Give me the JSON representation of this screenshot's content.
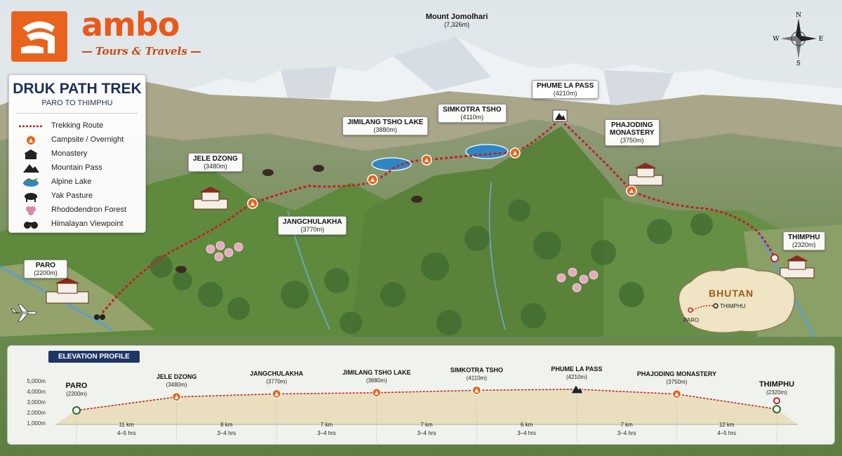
{
  "brand": {
    "name": "ambo",
    "tagline": "Tours & Travels",
    "color": "#e85a1c"
  },
  "legend": {
    "title": "DRUK PATH TREK",
    "subtitle": "PARO TO THIMPHU",
    "items": [
      {
        "label": "Trekking Route",
        "icon": "route-line-icon"
      },
      {
        "label": "Campsite / Overnight",
        "icon": "campsite-icon"
      },
      {
        "label": "Monastery",
        "icon": "monastery-icon"
      },
      {
        "label": "Mountain Pass",
        "icon": "mountain-pass-icon"
      },
      {
        "label": "Alpine Lake",
        "icon": "lake-icon"
      },
      {
        "label": "Yak Pasture",
        "icon": "yak-icon"
      },
      {
        "label": "Rhododendron Forest",
        "icon": "flower-icon"
      },
      {
        "label": "Himalayan Viewpoint",
        "icon": "binoculars-icon"
      }
    ]
  },
  "compass": {
    "n": "N",
    "s": "S",
    "e": "E",
    "w": "W"
  },
  "peak": {
    "name": "Mount Jomolhari",
    "elevation": "(7,326m)"
  },
  "map_labels": [
    {
      "key": "paro",
      "name": "PARO",
      "elevation": "(2200m)"
    },
    {
      "key": "jele",
      "name": "JELE DZONG",
      "elevation": "(3480m)"
    },
    {
      "key": "jang",
      "name": "JANGCHULAKHA",
      "elevation": "(3770m)"
    },
    {
      "key": "jimi",
      "name": "JIMILANG TSHO LAKE",
      "elevation": "(3880m)"
    },
    {
      "key": "simk",
      "name": "SIMKOTRA TSHO",
      "elevation": "(4110m)"
    },
    {
      "key": "phume",
      "name": "PHUME LA PASS",
      "elevation": "(4210m)"
    },
    {
      "key": "phaj1",
      "name": "PHAJODING",
      "elevation": ""
    },
    {
      "key": "phaj2",
      "name": "MONASTERY",
      "elevation": "(3750m)"
    },
    {
      "key": "thim",
      "name": "THIMPHU",
      "elevation": "(2320m)"
    }
  ],
  "inset": {
    "title": "BHUTAN",
    "paro": "PARO",
    "thimphu": "THIMPHU"
  },
  "profile": {
    "title": "ELEVATION PROFILE",
    "y_ticks": [
      "5,000m",
      "4,000m",
      "3,000m",
      "2,000m",
      "1,000m"
    ],
    "y_values": [
      5000,
      4000,
      3000,
      2000,
      1000
    ],
    "stops": [
      {
        "name": "PARO",
        "elevation_label": "(2200m)",
        "elevation": 2200,
        "marker": "start"
      },
      {
        "name": "JELE DZONG",
        "elevation_label": "(3480m)",
        "elevation": 3480,
        "marker": "camp"
      },
      {
        "name": "JANGCHULAKHA",
        "elevation_label": "(3770m)",
        "elevation": 3770,
        "marker": "camp"
      },
      {
        "name": "JIMILANG TSHO LAKE",
        "elevation_label": "(3880m)",
        "elevation": 3880,
        "marker": "camp"
      },
      {
        "name": "SIMKOTRA TSHO",
        "elevation_label": "(4110m)",
        "elevation": 4110,
        "marker": "camp"
      },
      {
        "name": "PHUME LA PASS",
        "elevation_label": "(4210m)",
        "elevation": 4210,
        "marker": "pass"
      },
      {
        "name": "PHAJODING MONASTERY",
        "elevation_label": "(3750m)",
        "elevation": 3750,
        "marker": "camp"
      },
      {
        "name": "THIMPHU",
        "elevation_label": "(2320m)",
        "elevation": 2320,
        "marker": "end"
      }
    ],
    "segments": [
      {
        "distance": "11 km",
        "time": "4–5 hrs"
      },
      {
        "distance": "8 km",
        "time": "3–4 hrs"
      },
      {
        "distance": "7 km",
        "time": "3–4 hrs"
      },
      {
        "distance": "7 km",
        "time": "3–4 hrs"
      },
      {
        "distance": "6 km",
        "time": "3–4 hrs"
      },
      {
        "distance": "7 km",
        "time": "3–4 hrs"
      },
      {
        "distance": "12 km",
        "time": "4–5 hrs"
      }
    ]
  },
  "colors": {
    "route": "#c0222a",
    "camp": "#e8641e",
    "navy": "#1f3566",
    "lake": "#2f86c4",
    "snow": "#f2f5f8",
    "forest": "#4f7a3a"
  }
}
